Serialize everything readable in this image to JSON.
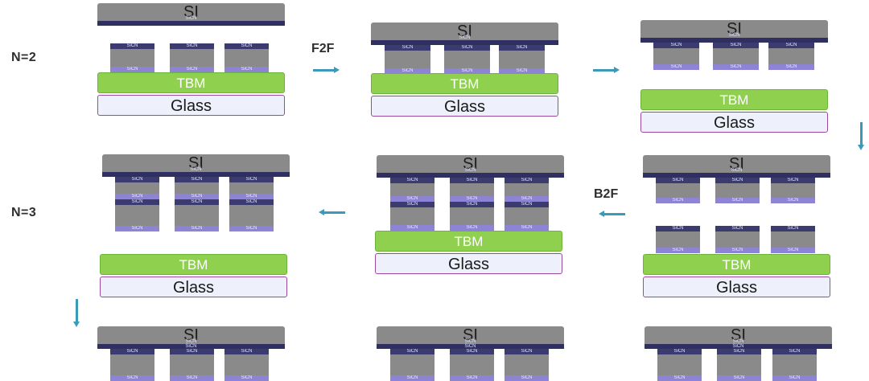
{
  "rows": {
    "n2": "N=2",
    "n3": "N=3"
  },
  "steps": {
    "f2f": "F2F",
    "b2f": "B2F"
  },
  "layers": {
    "si": "SI",
    "sicn": "SiCN",
    "tbm": "TBM",
    "glass": "Glass"
  },
  "colors": {
    "silicon": "#8a8a8a",
    "sicn_dark": "#3b3b70",
    "sicn_light": "#8e84d6",
    "tbm": "#8fd14f",
    "glass_border": "#9a4a9e",
    "arrow": "#3a9ab8"
  }
}
